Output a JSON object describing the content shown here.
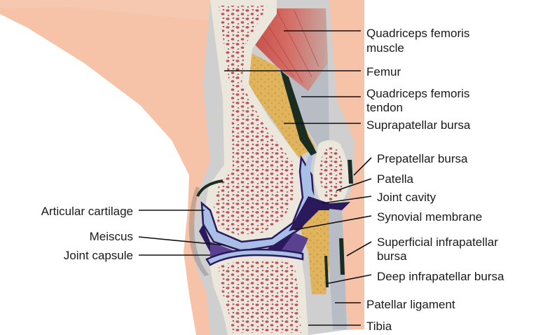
{
  "labels": {
    "quadriceps_muscle": [
      "Quadriceps femoris",
      "muscle"
    ],
    "femur": [
      "Femur"
    ],
    "quadriceps_tendon": [
      "Quadriceps femoris",
      "tendon"
    ],
    "suprapatellar_bursa": [
      "Suprapatellar bursa"
    ],
    "prepatellar_bursa": [
      "Prepatellar bursa"
    ],
    "patella": [
      "Patella"
    ],
    "joint_cavity": [
      "Joint cavity"
    ],
    "synovial_membrane": [
      "Synovial membrane"
    ],
    "superficial_infrapatellar_bursa": [
      "Superficial infrapatellar",
      "bursa"
    ],
    "deep_infrapatellar_bursa": [
      "Deep infrapatellar bursa"
    ],
    "patellar_ligament": [
      "Patellar ligament"
    ],
    "tibia": [
      "Tibia"
    ],
    "articular_cartilage": [
      "Articular cartilage"
    ],
    "meniscus": [
      "Meiscus"
    ],
    "joint_capsule": [
      "Joint capsule"
    ]
  },
  "colors": {
    "skin": "#f6c3a9",
    "bone": "#ece7dc",
    "marrow_dot": "#c0505a",
    "muscle": "#c44848",
    "tendon": "#b8bcc4",
    "fat": "#e0b45c",
    "cartilage": "#a9bfe6",
    "synovium": "#2a1a5c",
    "capsule": "#c9c9c9"
  }
}
